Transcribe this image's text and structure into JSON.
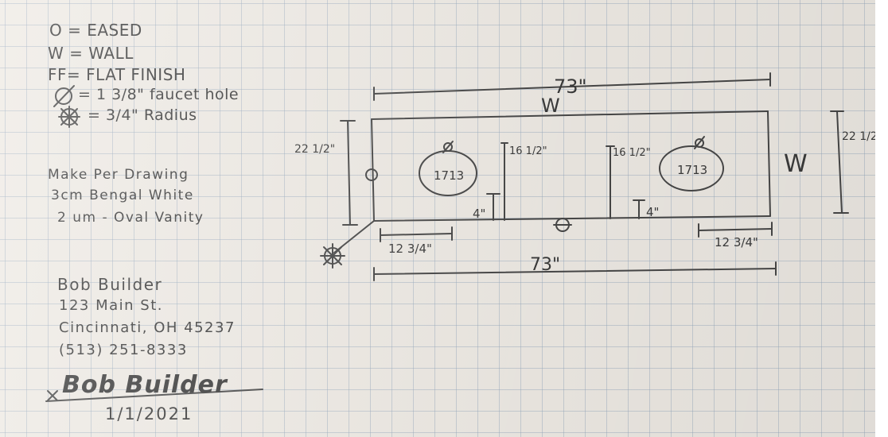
{
  "legend": {
    "eased": "O = EASED",
    "wall": "W = WALL",
    "flat_finish": "FF= FLAT FINISH",
    "faucet_hole": "= 1 3/8\" faucet hole",
    "radius": "= 3/4\" Radius"
  },
  "notes": {
    "line1": "Make Per Drawing",
    "line2": "3cm Bengal White",
    "line3": "2 um - Oval Vanity"
  },
  "contact": {
    "name": "Bob Builder",
    "street": "123 Main St.",
    "city": "Cincinnati, OH 45237",
    "phone": "(513) 251-8333"
  },
  "signature": {
    "text": "Bob Builder",
    "date": "1/1/2021"
  },
  "drawing": {
    "top_length": "73\"",
    "bottom_length": "73\"",
    "left_depth": "22 1/2\"",
    "right_depth": "22 1/2\"",
    "back_wall_marker": "W",
    "right_wall_marker": "W",
    "sink_left_label": "1713",
    "sink_right_label": "1713",
    "faucet_symbol": "Ø",
    "left_sink_offset": "16 1/2\"",
    "right_sink_offset": "16 1/2\"",
    "left_front_setback": "4\"",
    "right_front_setback": "4\"",
    "left_side_distance": "12 3/4\"",
    "right_side_distance": "12 3/4\""
  }
}
